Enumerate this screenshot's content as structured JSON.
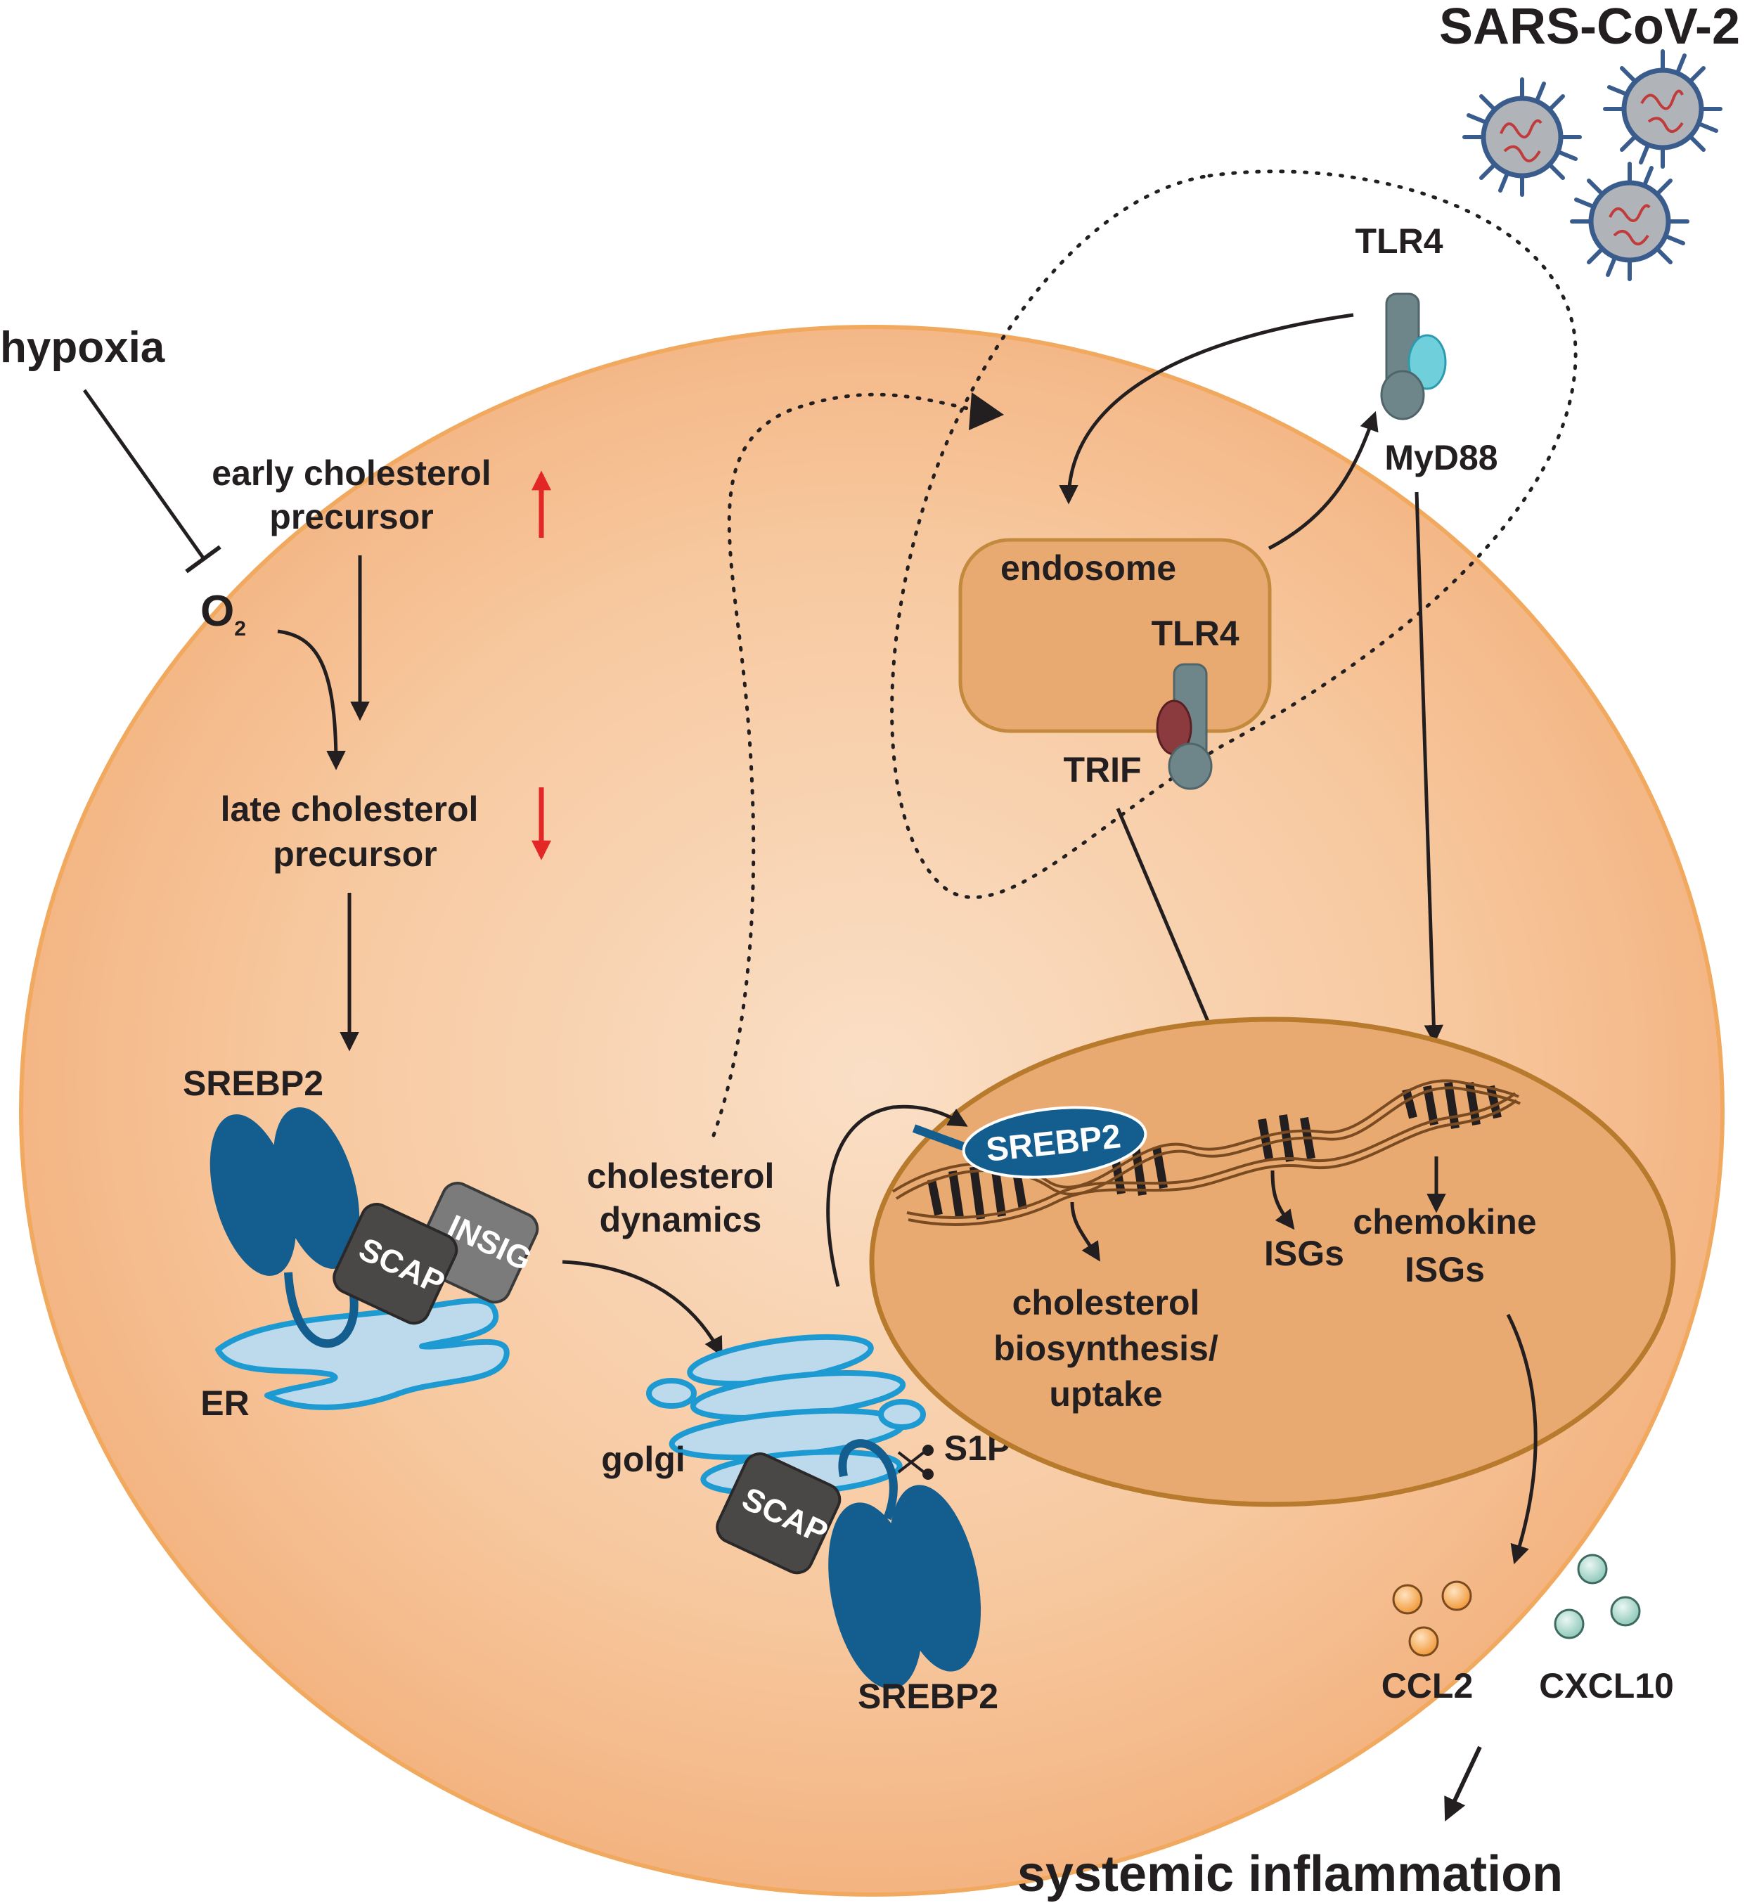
{
  "virus_label": "SARS-CoV-2",
  "hypoxia_label": "hypoxia",
  "o2_label": {
    "main": "O",
    "sub": "2"
  },
  "early_precursor": {
    "line1": "early cholesterol",
    "line2": "precursor",
    "trend": "up"
  },
  "late_precursor": {
    "line1": "late cholesterol",
    "line2": "precursor",
    "trend": "down"
  },
  "er_complex": {
    "srebp_label": "SREBP2",
    "scap_label": "SCAP",
    "insig_label": "INSIG",
    "er_label": "ER"
  },
  "cholesterol_dynamics": {
    "line1": "cholesterol",
    "line2": "dynamics"
  },
  "golgi_complex": {
    "golgi_label": "golgi",
    "s1p_label": "S1P",
    "scap_label": "SCAP",
    "srebp_label": "SREBP2"
  },
  "tlr4_membrane_label": "TLR4",
  "myd88_label": "MyD88",
  "endosome": {
    "label": "endosome",
    "tlr4_label": "TLR4",
    "trif_label": "TRIF"
  },
  "nucleus": {
    "srebp_label": "SREBP2",
    "outputs": {
      "cholesterol": [
        "cholesterol",
        "biosynthesis/",
        "uptake"
      ],
      "isgs": "ISGs",
      "chemokine": [
        "chemokine",
        "ISGs"
      ]
    }
  },
  "cytokines": {
    "ccl2": "CCL2",
    "cxcl10": "CXCL10"
  },
  "outcome_label": "systemic inflammation",
  "colors": {
    "cell_fill_center": "#f9dcc2",
    "cell_fill_edge": "#f3b07c",
    "cell_border": "#f0a95e",
    "nucleus_fill": "#e8aa70",
    "nucleus_border": "#b87a2c",
    "srebp_blue": "#135d8f",
    "er_fill": "#bcdaeb",
    "er_border": "#1e9ad2",
    "scap_gray": "#4a4847",
    "insig_gray": "#7b7b7b",
    "tlr4_gray": "#6e868a",
    "myd88_cyan": "#6fcfdb",
    "trif_red": "#8b3a3d",
    "ccl2_orange": "#f4a044",
    "cxcl10_teal": "#9ed1c4",
    "trend_red": "#e32726",
    "virus_blue": "#3a5c8c",
    "virus_body": "#b0b4b9"
  }
}
